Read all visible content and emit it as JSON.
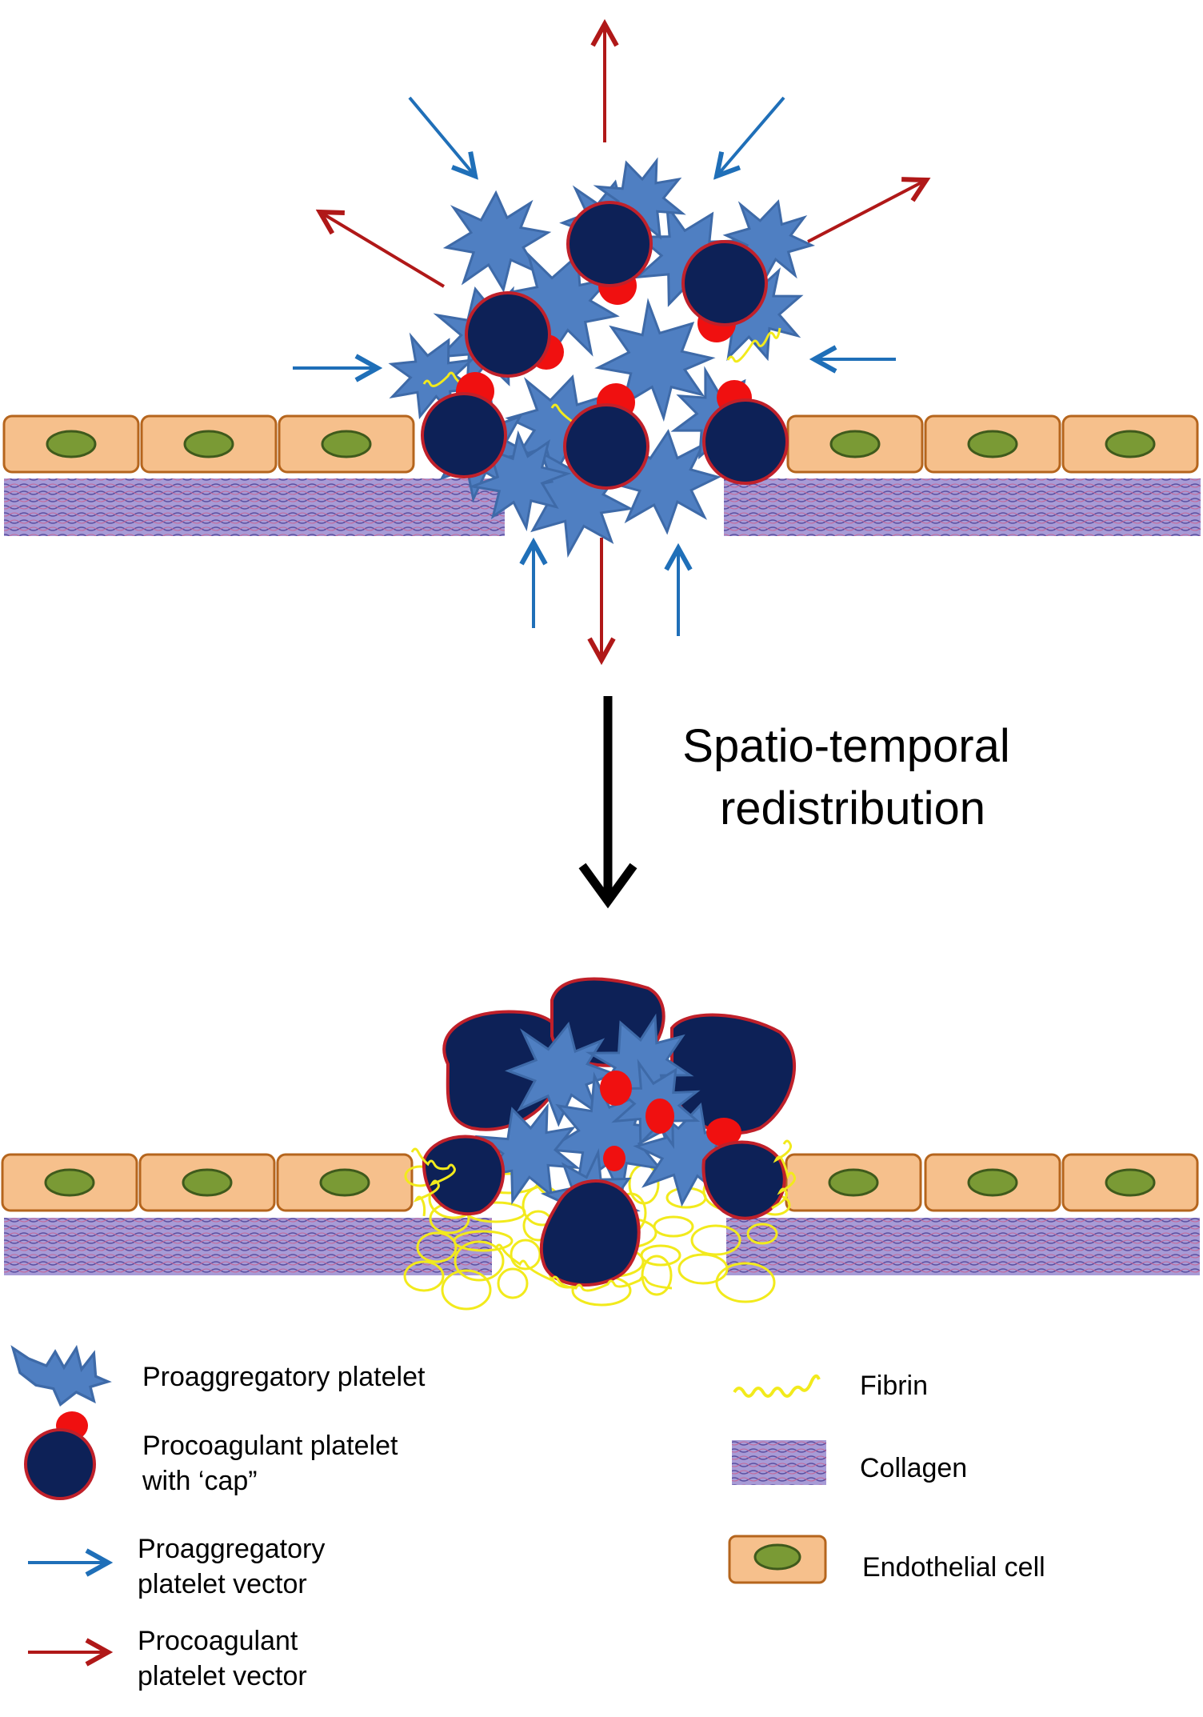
{
  "colors": {
    "proaggregatory": "#4f7fc2",
    "proaggregatory_edge": "#3e6aa8",
    "procoagulant": "#0d2157",
    "procoagulant_edge": "#c0202a",
    "cap": "#f01010",
    "blue_vector": "#1f6fb8",
    "red_vector": "#b01818",
    "fibrin": "#f2ea1c",
    "collagen": "#8b80c4",
    "endothelial_fill": "#f6c08c",
    "endothelial_edge": "#b5651d",
    "nucleus_fill": "#7a9a35",
    "nucleus_edge": "#3f5a1c"
  },
  "transition": {
    "label_line1": "Spatio-temporal",
    "label_line2": "redistribution"
  },
  "legend": {
    "proaggregatory_platelet": "Proaggregatory platelet",
    "procoagulant_platelet_line1": "Procoagulant platelet",
    "procoagulant_platelet_line2": "with ‘cap”",
    "proaggregatory_vector_line1": "Proaggregatory",
    "proaggregatory_vector_line2": "platelet vector",
    "procoagulant_vector_line1": "Procoagulant",
    "procoagulant_vector_line2": "platelet vector",
    "fibrin": "Fibrin",
    "collagen": "Collagen",
    "endothelial_cell": "Endothelial cell"
  }
}
